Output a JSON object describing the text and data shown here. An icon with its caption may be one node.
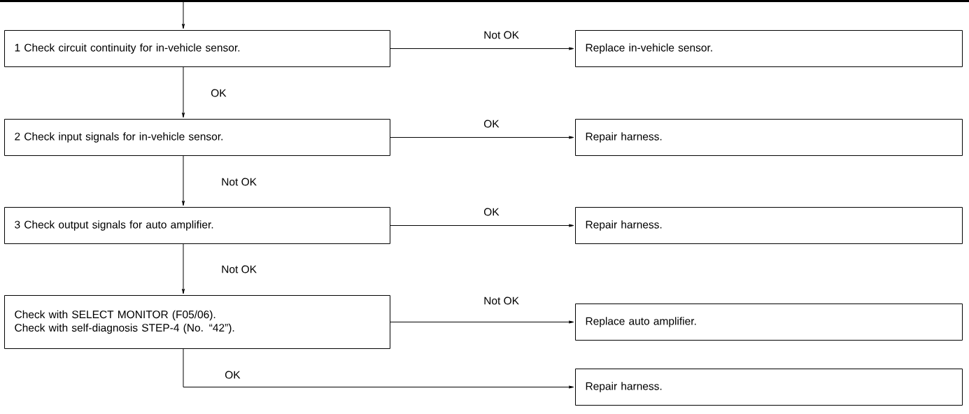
{
  "diagram": {
    "nodes": [
      {
        "text": [
          "1 Check circuit continuity for in-vehicle sensor."
        ]
      },
      {
        "text": [
          "Replace in-vehicle sensor."
        ]
      },
      {
        "text": [
          "2 Check input signals for in-vehicle sensor."
        ]
      },
      {
        "text": [
          "Repair harness."
        ]
      },
      {
        "text": [
          "3 Check output signals for auto amplifier."
        ]
      },
      {
        "text": [
          "Repair harness."
        ]
      },
      {
        "text": [
          "Check with SELECT MONITOR (F05/06).",
          "Check with self-diagnosis STEP-4 (No. “42”)."
        ]
      },
      {
        "text": [
          "Replace auto amplifier."
        ]
      },
      {
        "text": [
          "Repair harness."
        ]
      }
    ],
    "edges": [
      {
        "from": null,
        "to": 0,
        "arrow": "to"
      },
      {
        "from": 0,
        "to": 1,
        "arrow": "to",
        "label": "Not OK"
      },
      {
        "from": 0,
        "to": 2,
        "arrow": "to",
        "label": "OK"
      },
      {
        "from": 2,
        "to": 3,
        "arrow": "to",
        "label": "OK"
      },
      {
        "from": 2,
        "to": 4,
        "arrow": "to",
        "label": "Not  OK"
      },
      {
        "from": 4,
        "to": 5,
        "arrow": "to",
        "label": "OK"
      },
      {
        "from": 4,
        "to": 6,
        "arrow": "to",
        "label": "Not  OK"
      },
      {
        "from": 6,
        "to": 7,
        "arrow": "to",
        "label": "Not OK"
      },
      {
        "from": 6,
        "to": 8,
        "arrow": "to",
        "label": "OK"
      }
    ]
  }
}
